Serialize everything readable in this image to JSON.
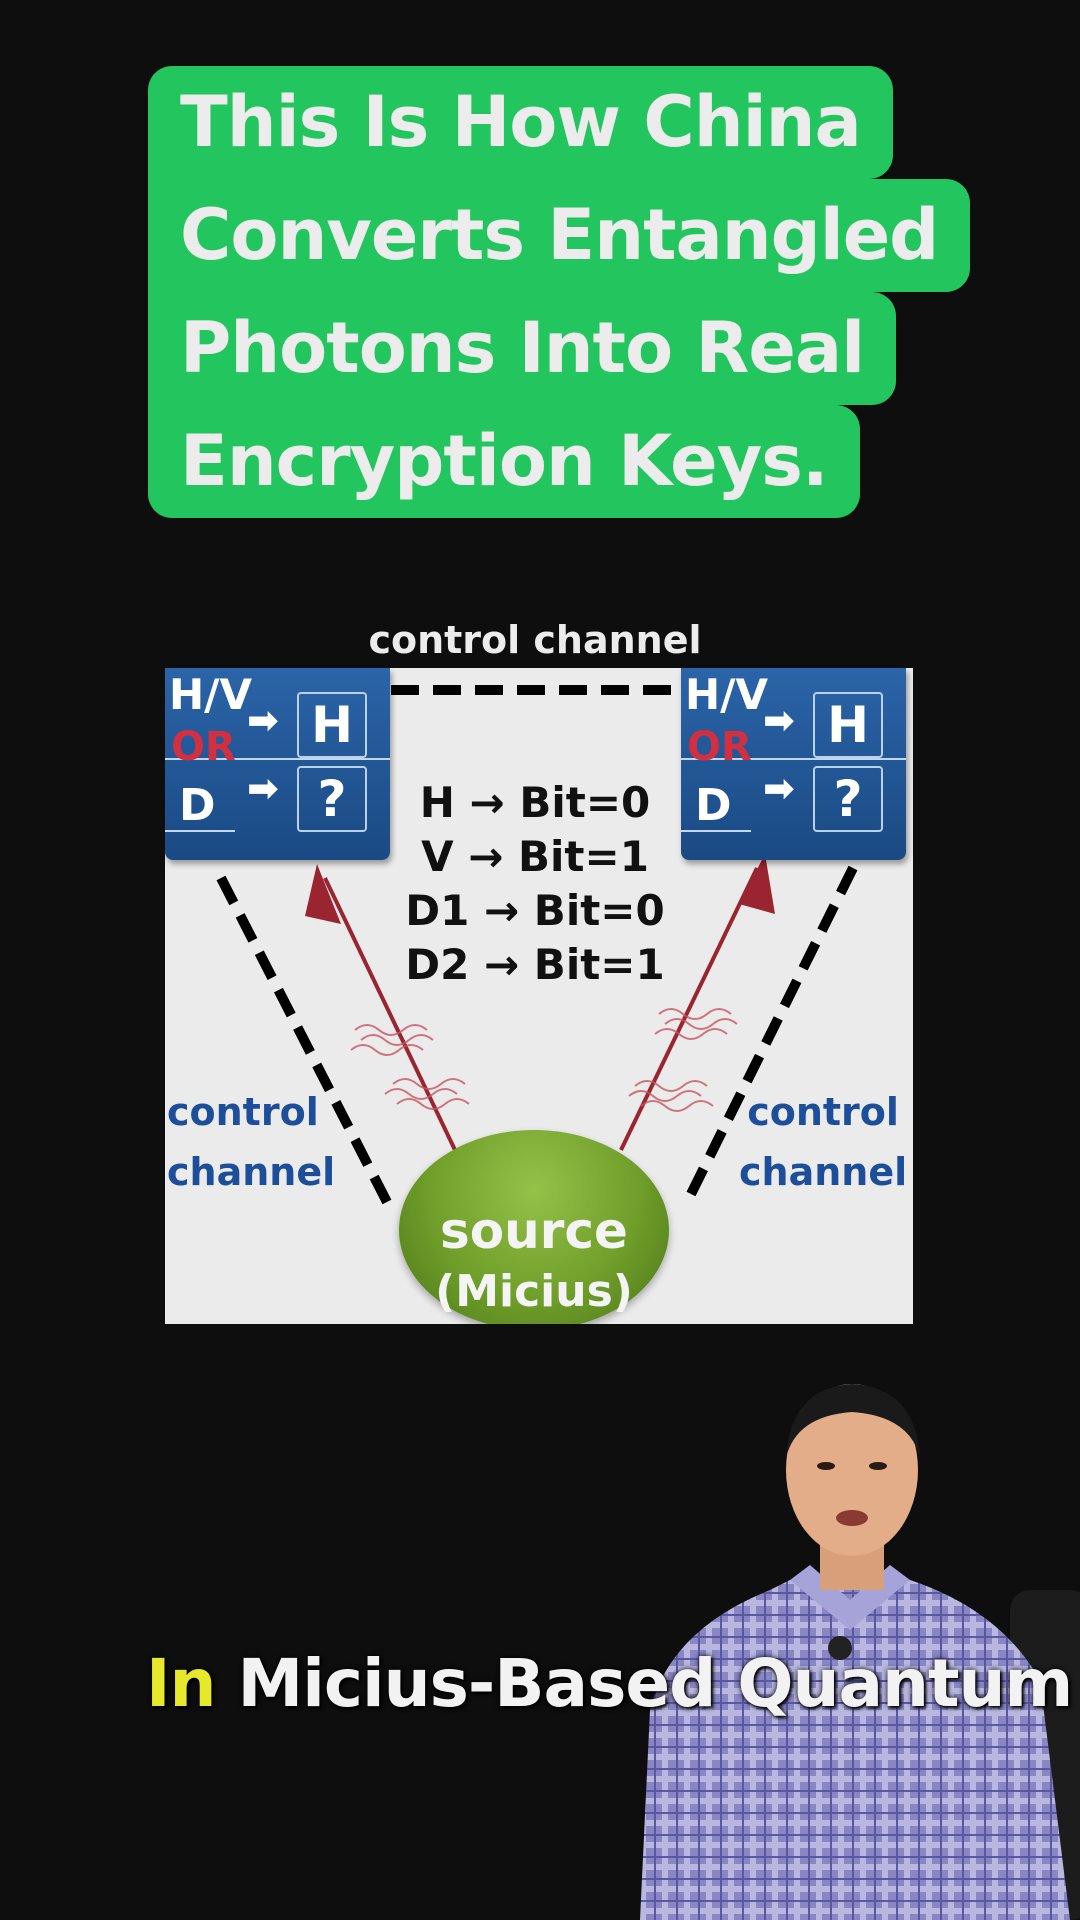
{
  "title": {
    "lines": [
      "This Is How China",
      "Converts Entangled",
      "Photons Into Real",
      "Encryption Keys."
    ],
    "background_color": "#22c55e"
  },
  "diagram": {
    "top_label": "control channel",
    "left_box": {
      "basis1": "H/V",
      "or": "OR",
      "basis2": "D",
      "arrow": "➡",
      "result1": "H",
      "result2": "?"
    },
    "right_box": {
      "basis1": "H/V",
      "or": "OR",
      "basis2": "D",
      "arrow": "➡",
      "result1": "H",
      "result2": "?"
    },
    "mapping": [
      "H → Bit=0",
      "V → Bit=1",
      "D1 → Bit=0",
      "D2 → Bit=1"
    ],
    "left_label": [
      "control",
      "channel"
    ],
    "right_label": [
      "control",
      "channel"
    ],
    "source": {
      "line1": "source",
      "line2": "(Micius)"
    }
  },
  "subtitle": {
    "highlight": "In",
    "rest": "Micius-Based Quantum",
    "highlight_color": "#e6e82b"
  }
}
